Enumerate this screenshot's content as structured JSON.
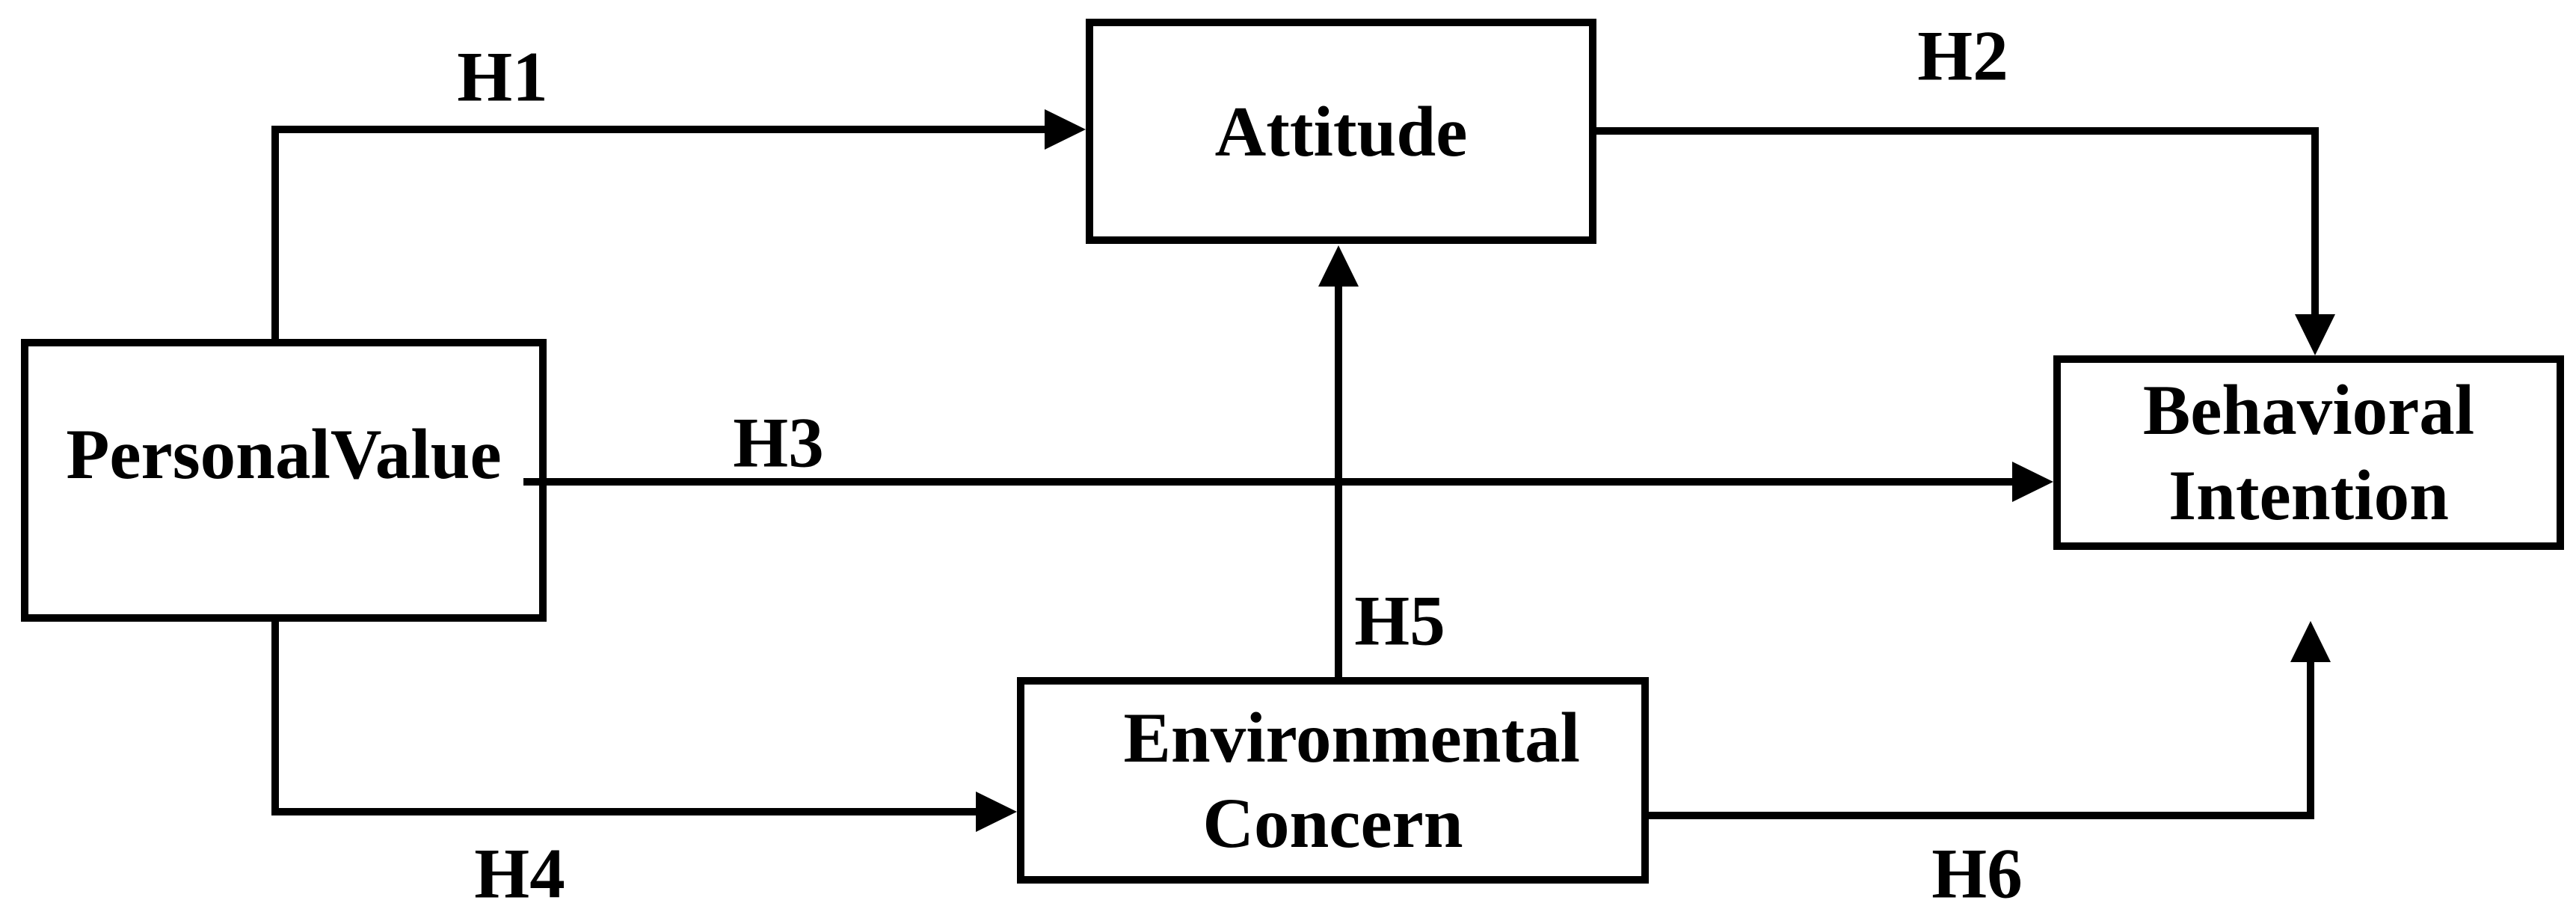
{
  "diagram": {
    "type": "path-model",
    "background_color": "#ffffff",
    "stroke_color": "#000000",
    "nodes": {
      "personal_value": {
        "label": "PersonalValue"
      },
      "attitude": {
        "label": "Attitude"
      },
      "behavioral_intention": {
        "label": "Behavioral Intention"
      },
      "environmental_concern": {
        "label": "Environmental Concern"
      }
    },
    "edges": [
      {
        "label": "H1",
        "from": "PersonalValue",
        "to": "Attitude"
      },
      {
        "label": "H2",
        "from": "Attitude",
        "to": "Behavioral Intention"
      },
      {
        "label": "H3",
        "from": "PersonalValue",
        "to": "Behavioral Intention"
      },
      {
        "label": "H4",
        "from": "PersonalValue",
        "to": "Environmental Concern"
      },
      {
        "label": "H5",
        "from": "Environmental Concern",
        "to": "Attitude"
      },
      {
        "label": "H6",
        "from": "Environmental Concern",
        "to": "Behavioral Intention"
      }
    ]
  }
}
